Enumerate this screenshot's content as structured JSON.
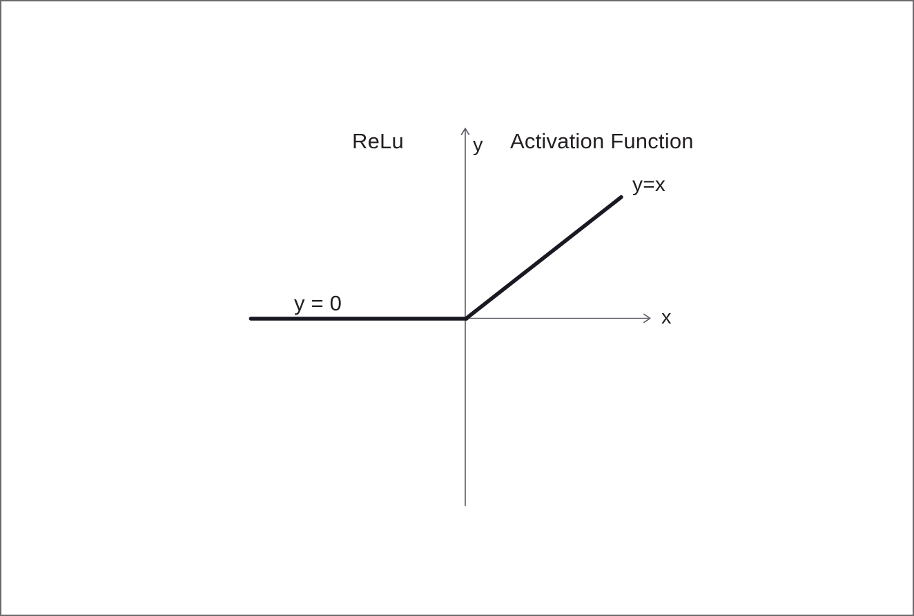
{
  "figure": {
    "title_left": "ReLu",
    "title_right": "Activation Function",
    "y_axis_label": "y",
    "x_axis_label": "x",
    "positive_branch_label": "y=x",
    "negative_branch_label": "y = 0",
    "colors": {
      "background": "#ffffff",
      "text": "#231f20",
      "curve": "#191922",
      "axis": "#5d5d67",
      "frame_border": "#6e696d"
    }
  },
  "chart_data": {
    "type": "line",
    "title": "ReLu Activation Function",
    "xlabel": "x",
    "ylabel": "y",
    "grid": false,
    "axis_ticks": "none",
    "legend_position": "inline-annotations",
    "series": [
      {
        "name": "y = 0",
        "domain": "x <= 0",
        "points": [
          [
            -1,
            0
          ],
          [
            0,
            0
          ]
        ]
      },
      {
        "name": "y=x",
        "domain": "x >= 0",
        "points": [
          [
            0,
            0
          ],
          [
            1,
            1
          ]
        ]
      }
    ],
    "annotations": [
      {
        "text": "y = 0",
        "attached_to": "negative branch, above line left of origin"
      },
      {
        "text": "y=x",
        "attached_to": "positive branch, upper-right end of line"
      }
    ]
  }
}
